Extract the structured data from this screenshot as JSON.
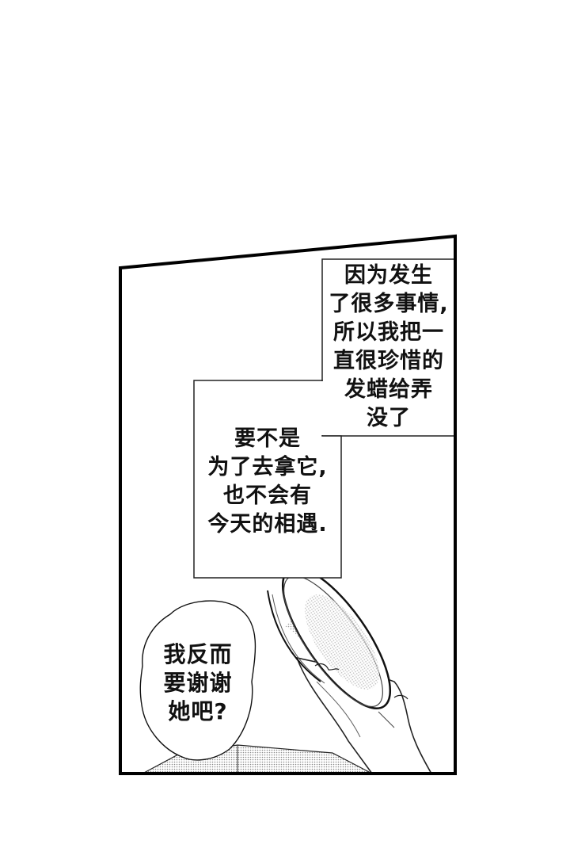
{
  "panel": {
    "colors": {
      "ink": "#111111",
      "paper": "#ffffff",
      "screentone": "#bdbdbd"
    }
  },
  "captions": [
    {
      "id": "caption-top",
      "lines": [
        "因为发生",
        "了很多事情,",
        "所以我把一",
        "直很珍惜的",
        "发蜡给弄",
        "没了"
      ]
    },
    {
      "id": "caption-middle",
      "lines": [
        "要不是",
        "为了去拿它,",
        "也不会有",
        "今天的相遇."
      ]
    }
  ],
  "speech_bubble": {
    "lines": [
      "我反而",
      "要谢谢",
      "她吧?"
    ]
  }
}
